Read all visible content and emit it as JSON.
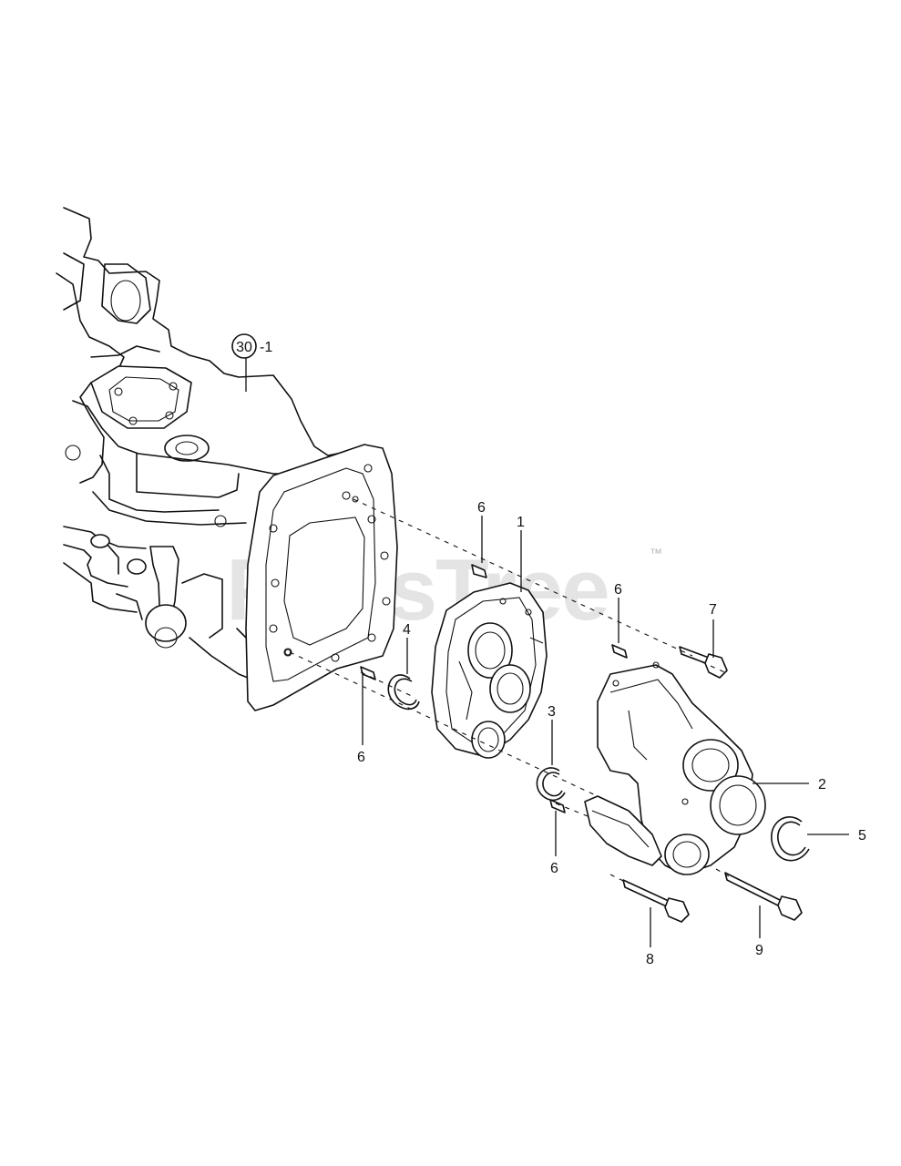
{
  "watermark": {
    "text": "PartsTree",
    "trademark": "™"
  },
  "callouts": {
    "assembly_ref": "30",
    "assembly_suffix": "-1",
    "c1": "1",
    "c2": "2",
    "c3": "3",
    "c4": "4",
    "c5": "5",
    "c6a": "6",
    "c6b": "6",
    "c6c": "6",
    "c6d": "6",
    "c7": "7",
    "c8": "8",
    "c9": "9"
  }
}
